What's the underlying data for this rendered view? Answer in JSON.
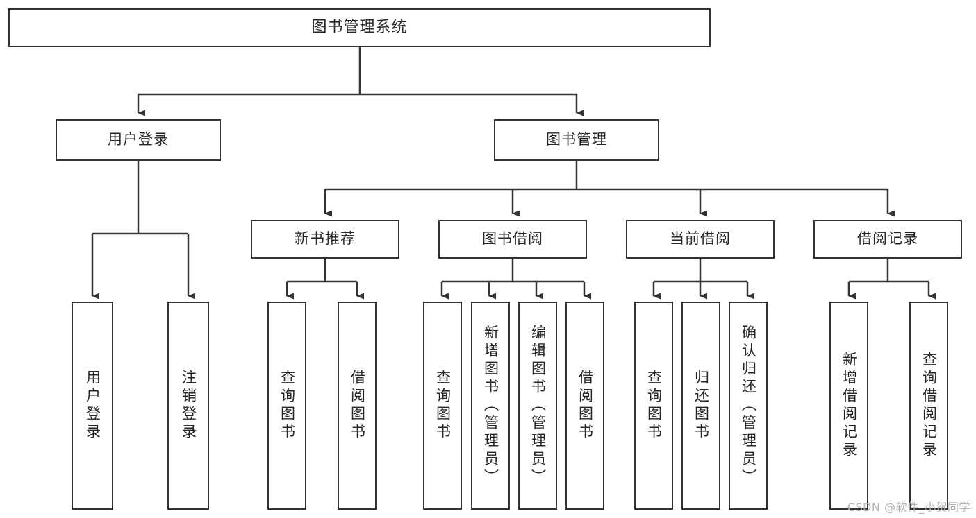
{
  "diagram": {
    "title": "图书管理系统",
    "type": "tree",
    "orientation": "top-down",
    "root": {
      "id": "root",
      "label": "图书管理系统",
      "text_direction": "horizontal"
    },
    "level2": [
      {
        "id": "user-login",
        "label": "用户登录",
        "text_direction": "horizontal"
      },
      {
        "id": "book-manage",
        "label": "图书管理",
        "text_direction": "horizontal"
      }
    ],
    "level3": [
      {
        "id": "new-book-rec",
        "label": "新书推荐",
        "parent": "book-manage",
        "text_direction": "horizontal"
      },
      {
        "id": "book-borrow",
        "label": "图书借阅",
        "parent": "book-manage",
        "text_direction": "horizontal"
      },
      {
        "id": "current-borrow",
        "label": "当前借阅",
        "parent": "book-manage",
        "text_direction": "horizontal"
      },
      {
        "id": "borrow-record",
        "label": "借阅记录",
        "parent": "book-manage",
        "text_direction": "horizontal"
      }
    ],
    "leaves": [
      {
        "id": "leaf-user-login",
        "label": "用户登录",
        "parent": "user-login",
        "text_direction": "vertical"
      },
      {
        "id": "leaf-logout",
        "label": "注销登录",
        "parent": "user-login",
        "text_direction": "vertical"
      },
      {
        "id": "leaf-query-book-1",
        "label": "查询图书",
        "parent": "new-book-rec",
        "text_direction": "vertical"
      },
      {
        "id": "leaf-borrow-book-1",
        "label": "借阅图书",
        "parent": "new-book-rec",
        "text_direction": "vertical"
      },
      {
        "id": "leaf-query-book-2",
        "label": "查询图书",
        "parent": "book-borrow",
        "text_direction": "vertical"
      },
      {
        "id": "leaf-add-book",
        "label": "新增图书（管理员）",
        "parent": "book-borrow",
        "text_direction": "vertical"
      },
      {
        "id": "leaf-edit-book",
        "label": "编辑图书（管理员）",
        "parent": "book-borrow",
        "text_direction": "vertical"
      },
      {
        "id": "leaf-borrow-book-2",
        "label": "借阅图书",
        "parent": "book-borrow",
        "text_direction": "vertical"
      },
      {
        "id": "leaf-query-book-3",
        "label": "查询图书",
        "parent": "current-borrow",
        "text_direction": "vertical"
      },
      {
        "id": "leaf-return-book",
        "label": "归还图书",
        "parent": "current-borrow",
        "text_direction": "vertical"
      },
      {
        "id": "leaf-confirm-return",
        "label": "确认归还（管理员）",
        "parent": "current-borrow",
        "text_direction": "vertical"
      },
      {
        "id": "leaf-add-record",
        "label": "新增借阅记录",
        "parent": "borrow-record",
        "text_direction": "vertical"
      },
      {
        "id": "leaf-query-record",
        "label": "查询借阅记录",
        "parent": "borrow-record",
        "text_direction": "vertical"
      }
    ],
    "colors": {
      "border": "#333333",
      "text": "#262626",
      "background": "#ffffff",
      "edge": "#333333",
      "watermark": "#b4b4b4"
    }
  },
  "watermark": {
    "text": "CSDN @软件_小贺同学"
  }
}
